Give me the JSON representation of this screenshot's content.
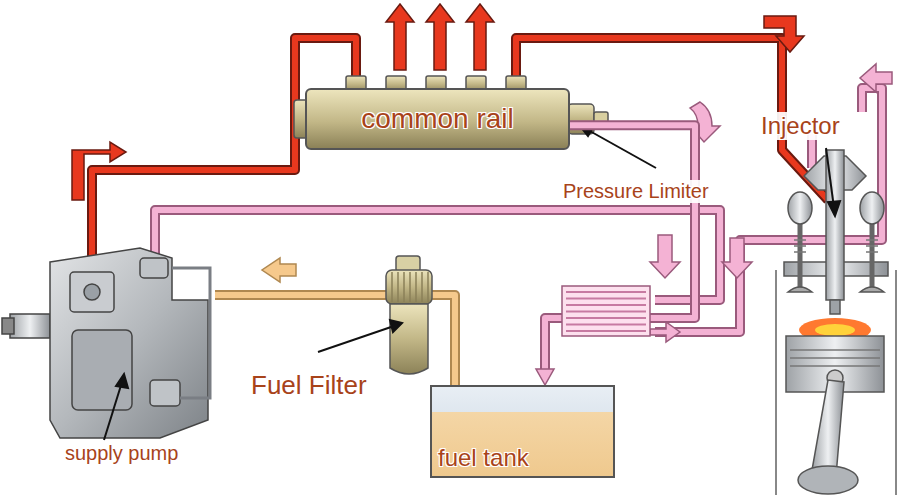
{
  "diagram": {
    "nodes": [
      {
        "text": [
          "common rail"
        ]
      },
      {
        "text": [
          "fuel tank"
        ]
      }
    ],
    "edges": [
      {
        "from": 0,
        "to": 1,
        "arrow": "to"
      }
    ],
    "labels": [
      "Injector",
      "Pressure Limiter",
      "Fuel Filter",
      "supply pump"
    ]
  }
}
